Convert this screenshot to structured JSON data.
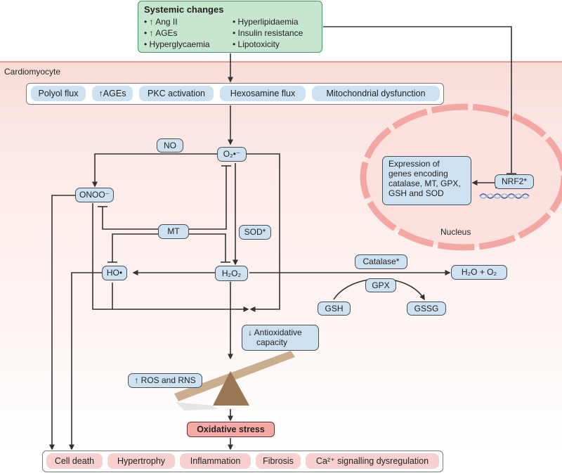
{
  "systemic": {
    "title": "Systemic changes",
    "col1": [
      "• ↑ Ang II",
      "• ↑ AGEs",
      "• Hyperglycaemia"
    ],
    "col2": [
      "• Hyperlipidaemia",
      "• Insulin resistance",
      "• Lipotoxicity"
    ]
  },
  "cell_label": "Cardiomyocyte",
  "pathways": [
    "Polyol flux",
    "↑AGEs",
    "PKC activation",
    "Hexosamine flux",
    "Mitochondrial dysfunction"
  ],
  "nodes": {
    "no": "NO",
    "superoxide": "O₂•⁻",
    "onoo": "ONOO⁻",
    "mt": "MT",
    "sod": "SOD*",
    "hydroxyl": "HO•",
    "h2o2": "H₂O₂",
    "catalase": "Catalase*",
    "water": "H₂O + O₂",
    "gpx": "GPX",
    "gsh": "GSH",
    "gssg": "GSSG",
    "nrf2": "NRF2*"
  },
  "nucleus": {
    "label": "Nucleus",
    "expression": [
      "Expression of",
      "genes encoding",
      "catalase, MT, GPX,",
      "GSH and SOD"
    ]
  },
  "balance": {
    "antiox": [
      "↓ Antioxidative",
      "capacity"
    ],
    "ros": "↑ ROS and RNS"
  },
  "oxidative_stress": "Oxidative stress",
  "outcomes": [
    "Cell death",
    "Hypertrophy",
    "Inflammation",
    "Fibrosis",
    "Ca²⁺ signalling dysregulation"
  ],
  "colors": {
    "systemic_fill": "#c6e6cf",
    "node_fill": "#cde1f1",
    "outcome_fill": "#f8d0cd",
    "oxidative_fill": "#f3a9a4",
    "nucleus_stroke": "#f2a7a3",
    "seesaw": "#c9ad8d"
  }
}
